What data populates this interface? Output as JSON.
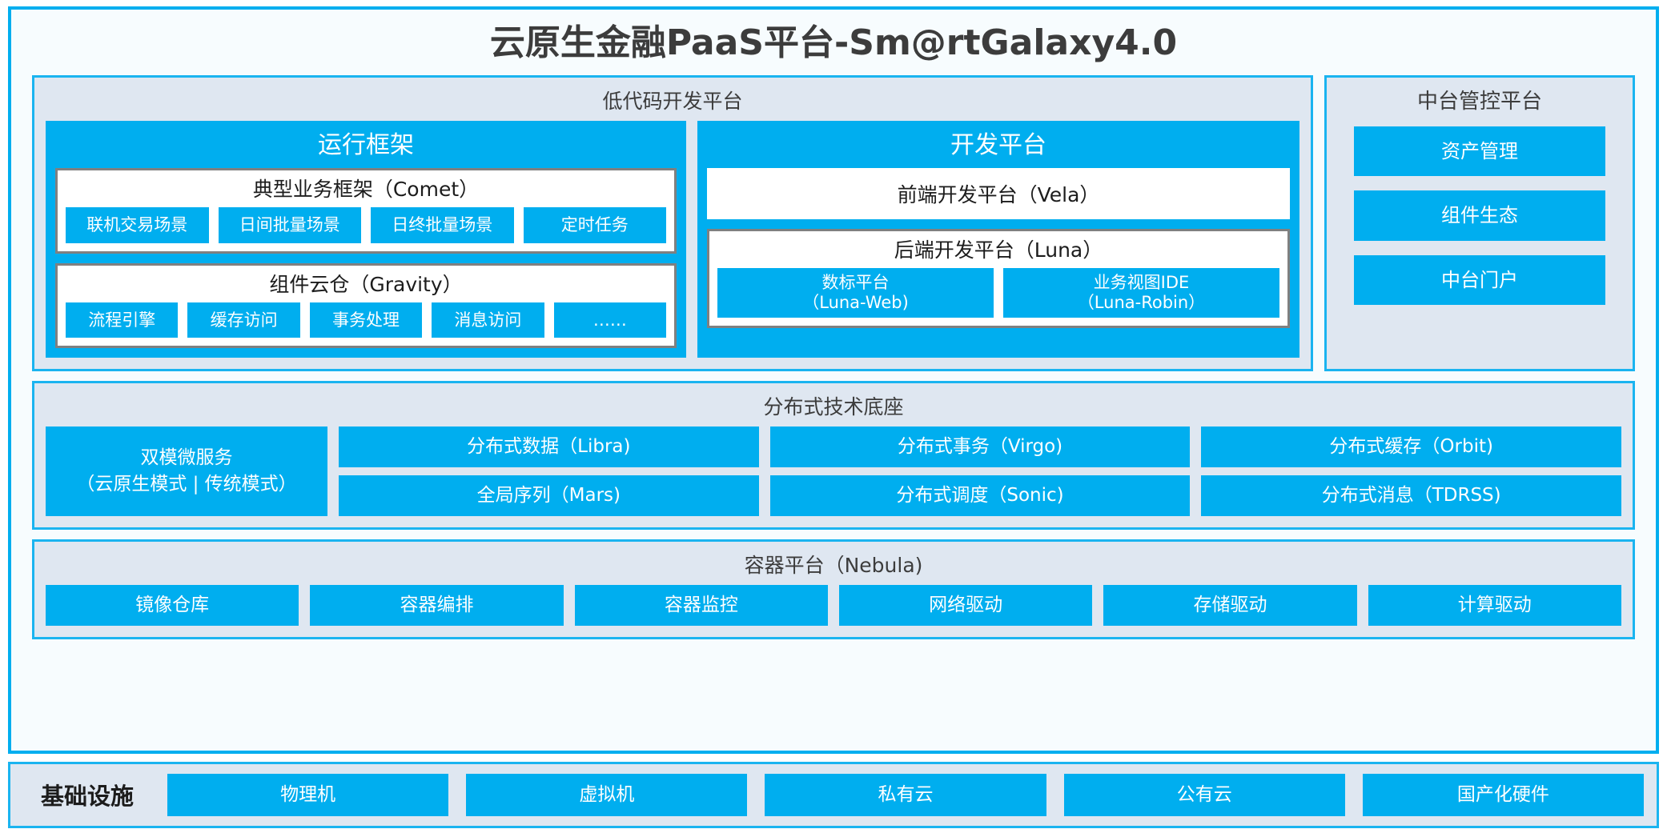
{
  "title": "云原生金融PaaS平台-Sm@rtGalaxy4.0",
  "colors": {
    "accent": "#00aeef",
    "panel_border": "#1ab4f0",
    "panel_bg": "#dfe7f1",
    "frame_bg": "#f7fcfe",
    "inner_border": "#808080",
    "text_dark": "#3c3c3c",
    "text_white": "#ffffff"
  },
  "lowcode": {
    "title": "低代码开发平台",
    "runtime": {
      "title": "运行框架",
      "comet": {
        "title": "典型业务框架（Comet）",
        "items": [
          "联机交易场景",
          "日间批量场景",
          "日终批量场景",
          "定时任务"
        ]
      },
      "gravity": {
        "title": "组件云仓（Gravity）",
        "items": [
          "流程引擎",
          "缓存访问",
          "事务处理",
          "消息访问",
          "……"
        ]
      }
    },
    "devplatform": {
      "title": "开发平台",
      "frontend": "前端开发平台（Vela）",
      "backend": {
        "title": "后端开发平台（Luna）",
        "items": [
          {
            "name": "数标平台",
            "code": "（Luna-Web)"
          },
          {
            "name": "业务视图IDE",
            "code": "（Luna-Robin）"
          }
        ]
      }
    }
  },
  "mgmt": {
    "title": "中台管控平台",
    "items": [
      "资产管理",
      "组件生态",
      "中台门户"
    ]
  },
  "distributed": {
    "title": "分布式技术底座",
    "microservice": {
      "line1": "双模微服务",
      "line2": "（云原生模式 | 传统模式）"
    },
    "columns": [
      [
        "分布式数据（Libra)",
        "全局序列（Mars)"
      ],
      [
        "分布式事务（Virgo)",
        "分布式调度（Sonic)"
      ],
      [
        "分布式缓存（Orbit)",
        "分布式消息（TDRSS)"
      ]
    ]
  },
  "container": {
    "title": "容器平台（Nebula)",
    "items": [
      "镜像仓库",
      "容器编排",
      "容器监控",
      "网络驱动",
      "存储驱动",
      "计算驱动"
    ]
  },
  "infrastructure": {
    "label": "基础设施",
    "items": [
      "物理机",
      "虚拟机",
      "私有云",
      "公有云",
      "国产化硬件"
    ]
  }
}
